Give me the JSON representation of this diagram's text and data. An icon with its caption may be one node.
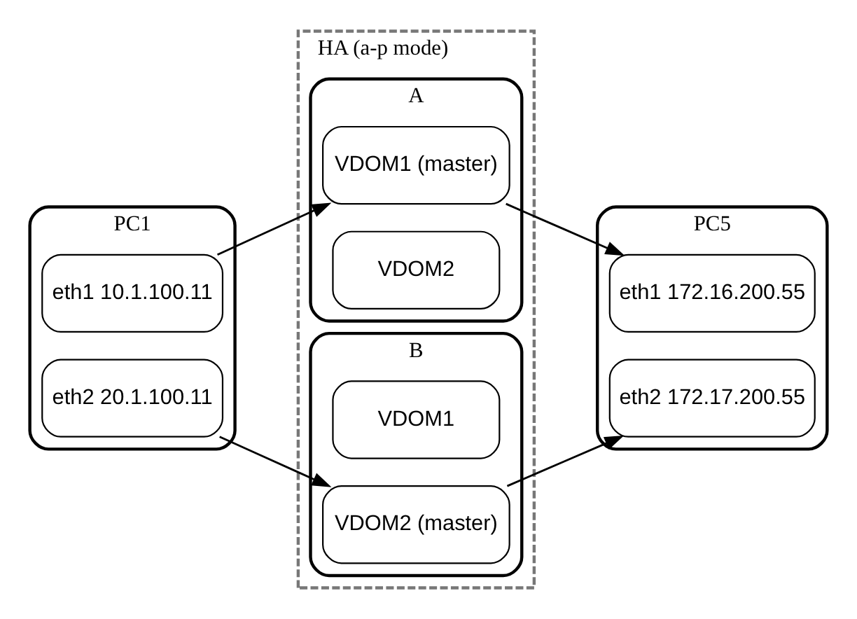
{
  "diagram": {
    "nodes": [
      {
        "text": [
          "PC1"
        ]
      },
      {
        "text": [
          "eth1 10.1.100.11"
        ],
        "in": 0
      },
      {
        "text": [
          "eth2 20.1.100.11"
        ],
        "in": 0
      },
      {
        "text": [
          "HA (a-p mode)"
        ]
      },
      {
        "text": [
          "A"
        ],
        "in": 3
      },
      {
        "text": [
          "VDOM1 (master)"
        ],
        "in": 4
      },
      {
        "text": [
          "VDOM2"
        ],
        "in": 4
      },
      {
        "text": [
          "B"
        ],
        "in": 3
      },
      {
        "text": [
          "VDOM1"
        ],
        "in": 7
      },
      {
        "text": [
          "VDOM2 (master)"
        ],
        "in": 7
      },
      {
        "text": [
          "PC5"
        ]
      },
      {
        "text": [
          "eth1 172.16.200.55"
        ],
        "in": 10
      },
      {
        "text": [
          "eth2 172.17.200.55"
        ],
        "in": 10
      }
    ],
    "edges": [
      {
        "from": 1,
        "to": 5,
        "arrow": "to"
      },
      {
        "from": 2,
        "to": 9,
        "arrow": "to"
      },
      {
        "from": 5,
        "to": 11,
        "arrow": "to"
      },
      {
        "from": 9,
        "to": 12,
        "arrow": "to"
      }
    ]
  }
}
